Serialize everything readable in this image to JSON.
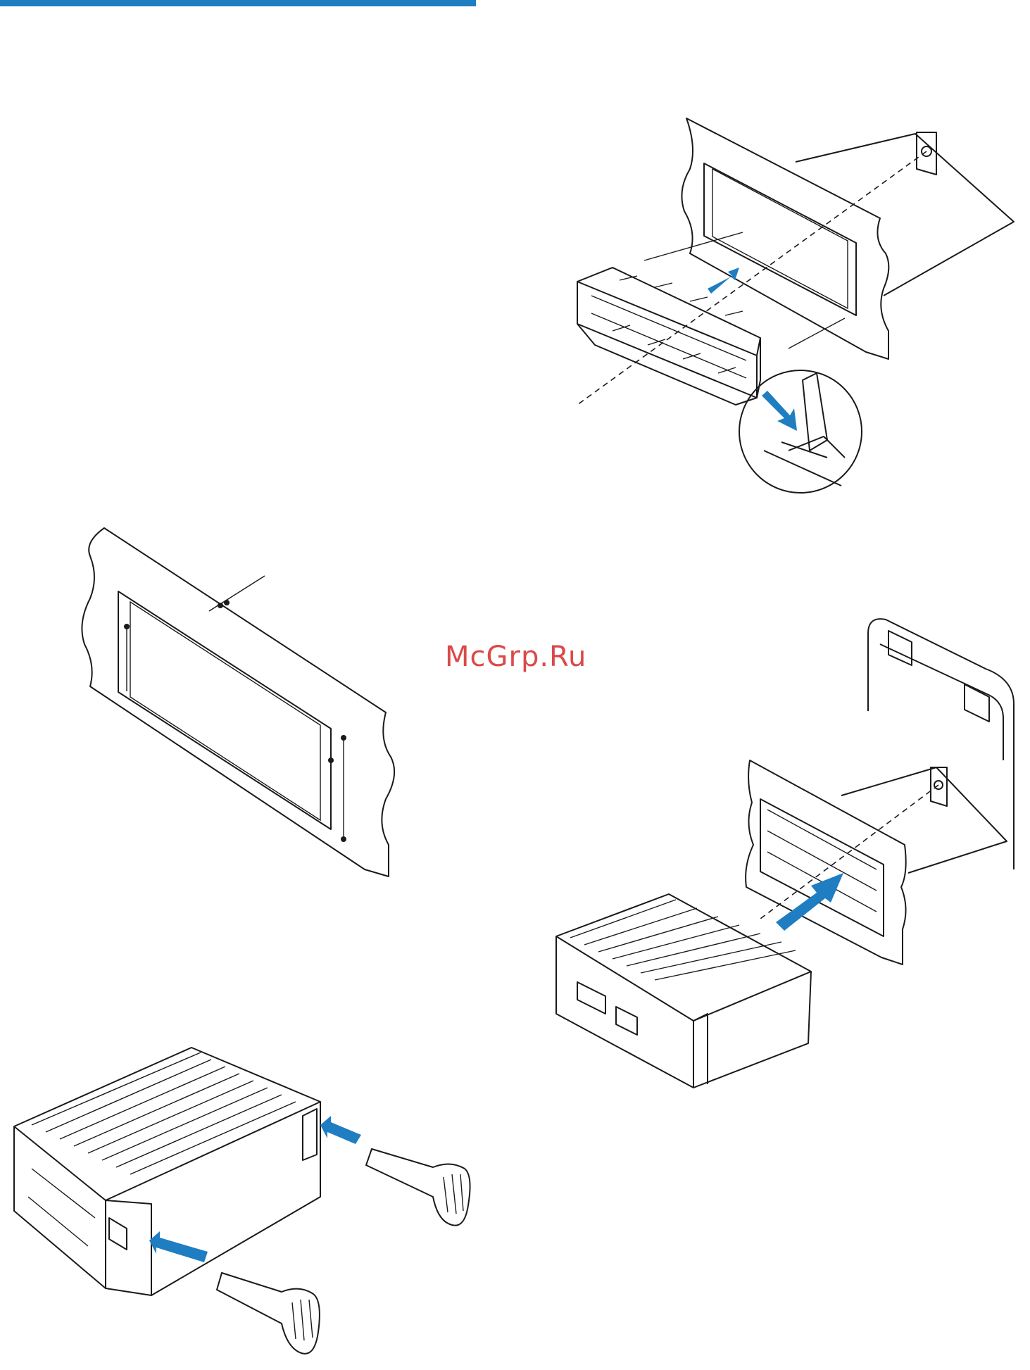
{
  "accent_color": "#1f7dc2",
  "watermark": {
    "text": "McGrp.Ru",
    "color": "#d93a3a"
  },
  "figures": [
    {
      "id": "sleeve-insertion",
      "icons": [
        "dashboard-panel",
        "mounting-sleeve",
        "bend-tab-detail"
      ]
    },
    {
      "id": "panel-opening",
      "icons": [
        "dashboard-opening",
        "dimension-markers"
      ]
    },
    {
      "id": "unit-installation",
      "icons": [
        "car-console",
        "head-unit",
        "push-arrow"
      ]
    },
    {
      "id": "unit-removal",
      "icons": [
        "head-unit",
        "removal-keys",
        "insert-arrow"
      ]
    }
  ]
}
